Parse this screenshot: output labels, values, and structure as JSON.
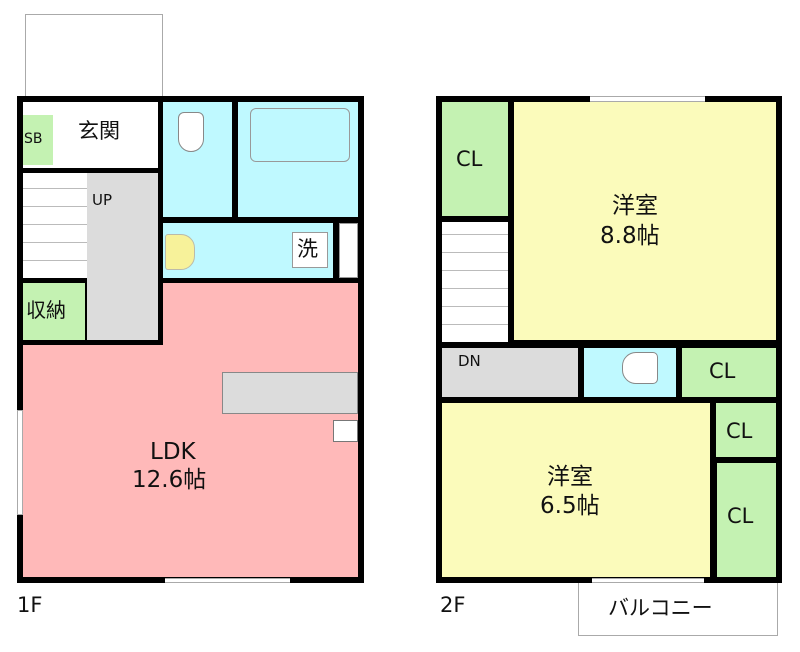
{
  "floor1": {
    "label": "1F",
    "rooms": {
      "shoe_box": "SB",
      "entrance": "玄関",
      "stairs": "UP",
      "storage": "収納",
      "washer": "洗",
      "ldk_name": "LDK",
      "ldk_size": "12.6帖"
    }
  },
  "floor2": {
    "label": "2F",
    "rooms": {
      "closet_1": "CL",
      "western_room_1_name": "洋室",
      "western_room_1_size": "8.8帖",
      "stairs": "DN",
      "closet_2": "CL",
      "closet_3": "CL",
      "closet_4": "CL",
      "western_room_2_name": "洋室",
      "western_room_2_size": "6.5帖",
      "balcony": "バルコニー"
    }
  },
  "colors": {
    "ldk": "#ffb9b9",
    "wet": "#bff9ff",
    "storage": "#c4f2b2",
    "bedroom": "#fbfbbb",
    "hall": "#dcdcdc"
  }
}
